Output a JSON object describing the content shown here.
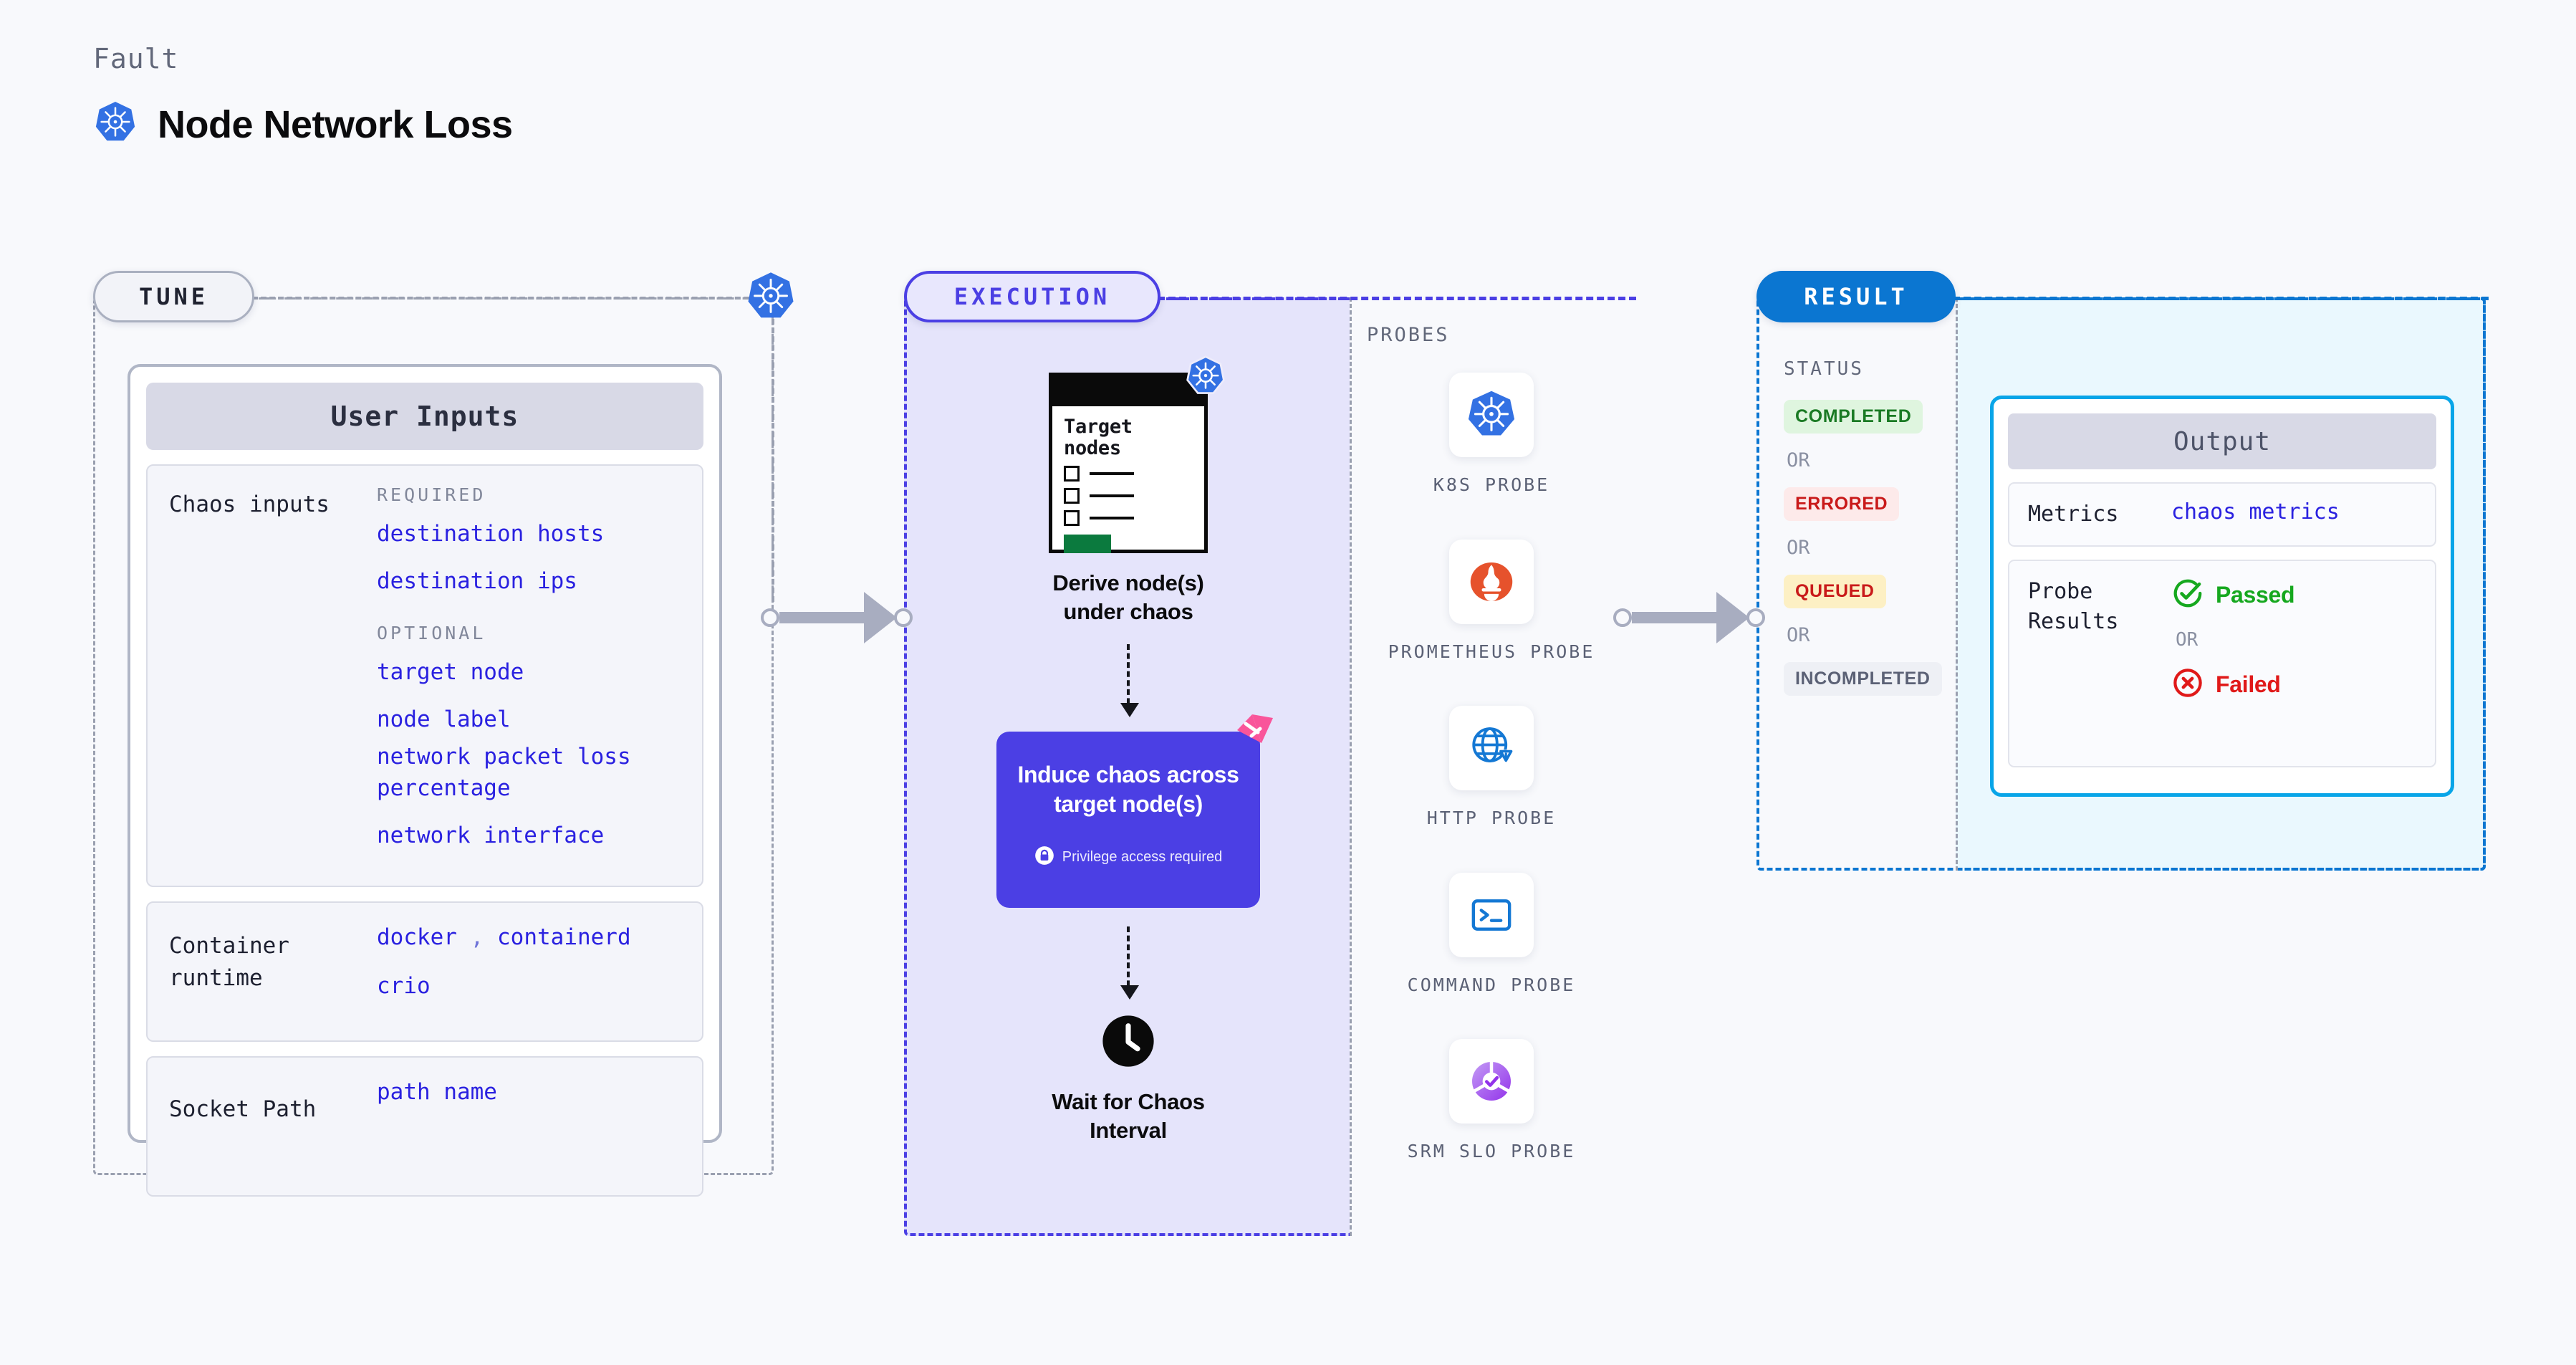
{
  "header": {
    "eyebrow": "Fault",
    "title": "Node Network Loss",
    "icon": "kubernetes-icon"
  },
  "stages": {
    "tune": "TUNE",
    "execution": "EXECUTION",
    "result": "RESULT"
  },
  "tune": {
    "card_title": "User Inputs",
    "sections": [
      {
        "key": "Chaos inputs",
        "required_label": "REQUIRED",
        "required": [
          "destination hosts",
          "destination ips"
        ],
        "optional_label": "OPTIONAL",
        "optional": [
          "target node",
          "node label",
          "network packet loss percentage",
          "network interface"
        ]
      },
      {
        "key": "Container runtime",
        "values": [
          "docker",
          "containerd",
          "crio"
        ],
        "separator": ","
      },
      {
        "key": "Socket Path",
        "values": [
          "path name"
        ]
      }
    ]
  },
  "execution": {
    "target_card": {
      "title_line1": "Target",
      "title_line2": "nodes",
      "badge": "kubernetes-icon"
    },
    "step1_label_line1": "Derive node(s)",
    "step1_label_line2": "under chaos",
    "induce": {
      "title_line1": "Induce chaos across",
      "title_line2": "target node(s)",
      "note": "Privilege access required",
      "note_icon": "lock-icon",
      "corner_logo": "litmus-logo"
    },
    "step3_icon": "clock-icon",
    "step3_label_line1": "Wait for Chaos",
    "step3_label_line2": "Interval"
  },
  "probes": {
    "title": "PROBES",
    "items": [
      {
        "label": "K8S PROBE",
        "icon": "kubernetes-icon"
      },
      {
        "label": "PROMETHEUS PROBE",
        "icon": "prometheus-icon"
      },
      {
        "label": "HTTP PROBE",
        "icon": "globe-warning-icon"
      },
      {
        "label": "COMMAND PROBE",
        "icon": "terminal-icon"
      },
      {
        "label": "SRM SLO PROBE",
        "icon": "srm-slo-icon"
      }
    ]
  },
  "result": {
    "status_title": "STATUS",
    "or_label": "OR",
    "statuses": [
      {
        "label": "COMPLETED",
        "color": "#1a7a24",
        "bg": "#dff5df"
      },
      {
        "label": "ERRORED",
        "color": "#c91a1a",
        "bg": "#fdeaea"
      },
      {
        "label": "QUEUED",
        "color": "#c91a1a",
        "bg": "#fdf0c4"
      },
      {
        "label": "INCOMPLETED",
        "color": "#5b6175",
        "bg": "#eef0f5"
      }
    ],
    "output": {
      "title": "Output",
      "metrics_key": "Metrics",
      "metrics_value": "chaos metrics",
      "probe_key_line1": "Probe",
      "probe_key_line2": "Results",
      "passed_label": "Passed",
      "failed_label": "Failed",
      "passed_color": "#16a81f",
      "failed_color": "#e01919",
      "or_label": "OR"
    }
  },
  "colors": {
    "kubernetes_blue": "#3371e3",
    "execution_purple": "#4b3fe4",
    "result_blue": "#0b76d1",
    "output_border": "#08a5e8",
    "litmus_pink": "#f9559a",
    "code_blue": "#2a21e0"
  }
}
